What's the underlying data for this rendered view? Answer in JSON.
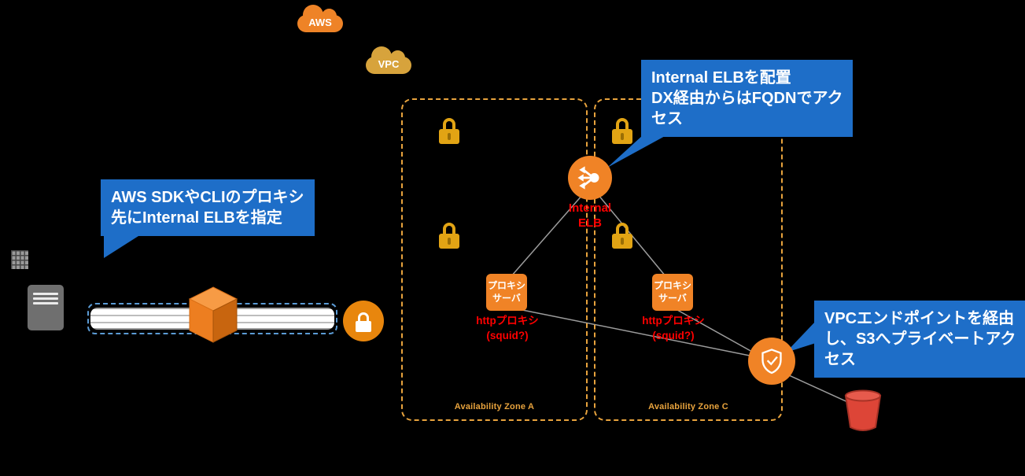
{
  "clouds": {
    "aws": "AWS",
    "vpc": "VPC"
  },
  "callouts": {
    "sdk_proxy": "AWS SDKやCLIのプロキシ\n先にInternal ELBを指定",
    "internal_elb": "Internal ELBを配置\nDX経由からはFQDNでアク\nセス",
    "vpc_endpoint": "VPCエンドポイントを経由\nし、S3へプライベートアク\nセス"
  },
  "zones": {
    "a": "Availability Zone A",
    "c": "Availability Zone C"
  },
  "elb": {
    "label": "Internal\nELB"
  },
  "proxies": [
    {
      "label": "プロキシ\nサーバ",
      "sublabel": "httpプロキシ\n(squid?)"
    },
    {
      "label": "プロキシ\nサーバ",
      "sublabel": "httpプロキシ\n(squid?)"
    }
  ],
  "icons": {
    "aws_cloud": "cloud",
    "vpc_cloud": "cloud",
    "padlock": "padlock",
    "internal_elb": "load-balancer",
    "proxy_server": "instance-box",
    "vpc_endpoint": "shield",
    "s3": "bucket",
    "direct_connect": "cube",
    "tunnel": "pipe",
    "onprem_server": "server",
    "office": "building"
  },
  "colors": {
    "background": "#000000",
    "accent_orange": "#F08326",
    "zone_orange": "#E8A33D",
    "callout_blue": "#1E6EC8",
    "lock_gold": "#E2A414",
    "label_red": "#FF0000",
    "bucket_red": "#DD4537",
    "dx_dash_blue": "#5B9BD5",
    "line_gray": "#9C9C9C"
  }
}
